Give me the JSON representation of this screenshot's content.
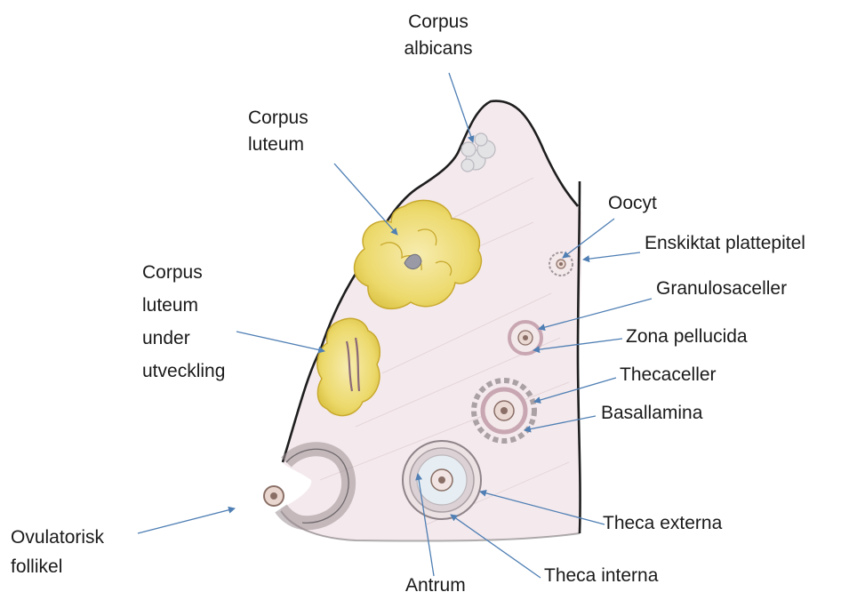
{
  "labels": {
    "corpus_albicans": [
      "Corpus",
      "albicans"
    ],
    "corpus_luteum": [
      "Corpus",
      "luteum"
    ],
    "corpus_luteum_developing": [
      "Corpus",
      "luteum",
      "under",
      "utveckling"
    ],
    "ovulatory_follicle": [
      "Ovulatorisk",
      "follikel"
    ],
    "oocyte": "Oocyt",
    "surface_epithelium": "Enskiktat plattepitel",
    "granulosa_cells": "Granulosaceller",
    "zona_pellucida": "Zona pellucida",
    "theca_cells": "Thecaceller",
    "basal_lamina": "Basallamina",
    "theca_externa": "Theca externa",
    "theca_interna": "Theca interna",
    "antrum": "Antrum"
  },
  "colors": {
    "ovary_fill": "#f4e9ec",
    "outline": "#1e1e1e",
    "corpus_luteum": "#ecd96b",
    "corpus_albicans": "#e3e3e6",
    "follicle_ring": "#c9a7b2",
    "arrow": "#4f7fb4"
  }
}
